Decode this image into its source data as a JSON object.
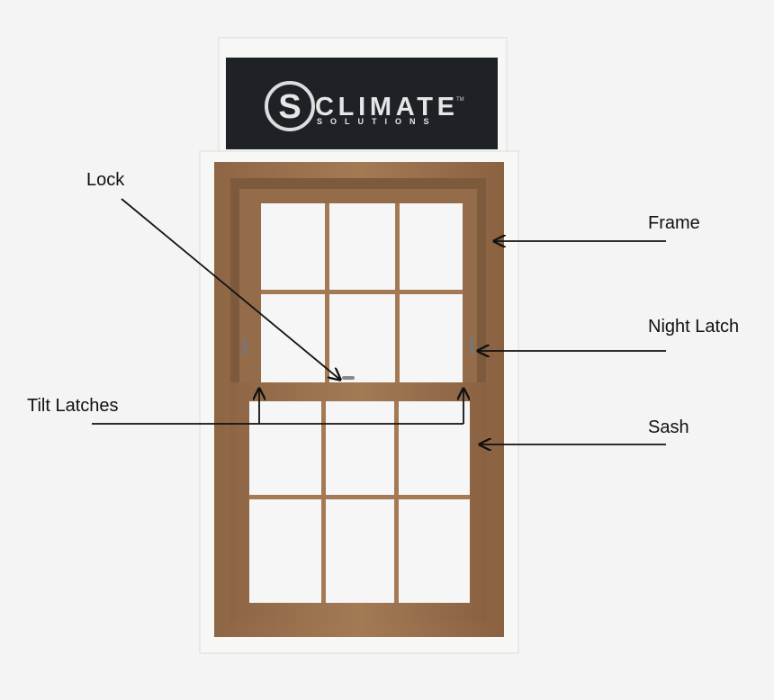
{
  "logo": {
    "brand": "CLIMATE",
    "sub": "SOLUTIONS",
    "mark": "S",
    "tm": "TM"
  },
  "labels": {
    "lock": "Lock",
    "frame": "Frame",
    "night_latch": "Night Latch",
    "tilt_latches": "Tilt Latches",
    "sash": "Sash"
  },
  "colors": {
    "wood": "#9c7350",
    "wood_dark": "#7a5638",
    "sign": "#1e2226",
    "casing": "#f7f7f5",
    "glass": "#f6f6f6",
    "arrow": "#111111"
  }
}
